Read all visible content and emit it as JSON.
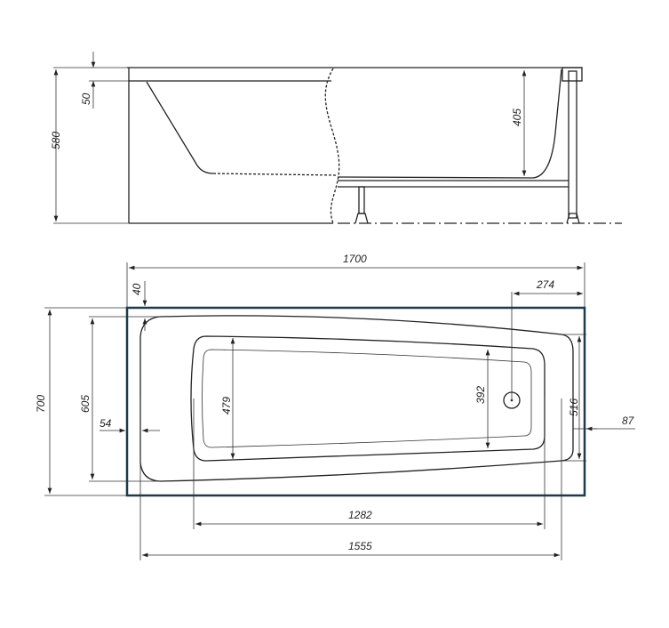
{
  "side_view": {
    "dimensions": {
      "height_total": "580",
      "rim": "50",
      "depth": "405"
    }
  },
  "top_view": {
    "dimensions": {
      "length": "1700",
      "drain_offset": "274",
      "width": "700",
      "inner_width": "605",
      "edge_top": "40",
      "edge_left": "54",
      "basin_left_width": "479",
      "basin_right_width": "392",
      "right_width": "516",
      "edge_right": "87",
      "basin_length": "1282",
      "inner_length": "1555"
    }
  },
  "colors": {
    "outline": "#222222",
    "frame": "#1f3a4d"
  }
}
